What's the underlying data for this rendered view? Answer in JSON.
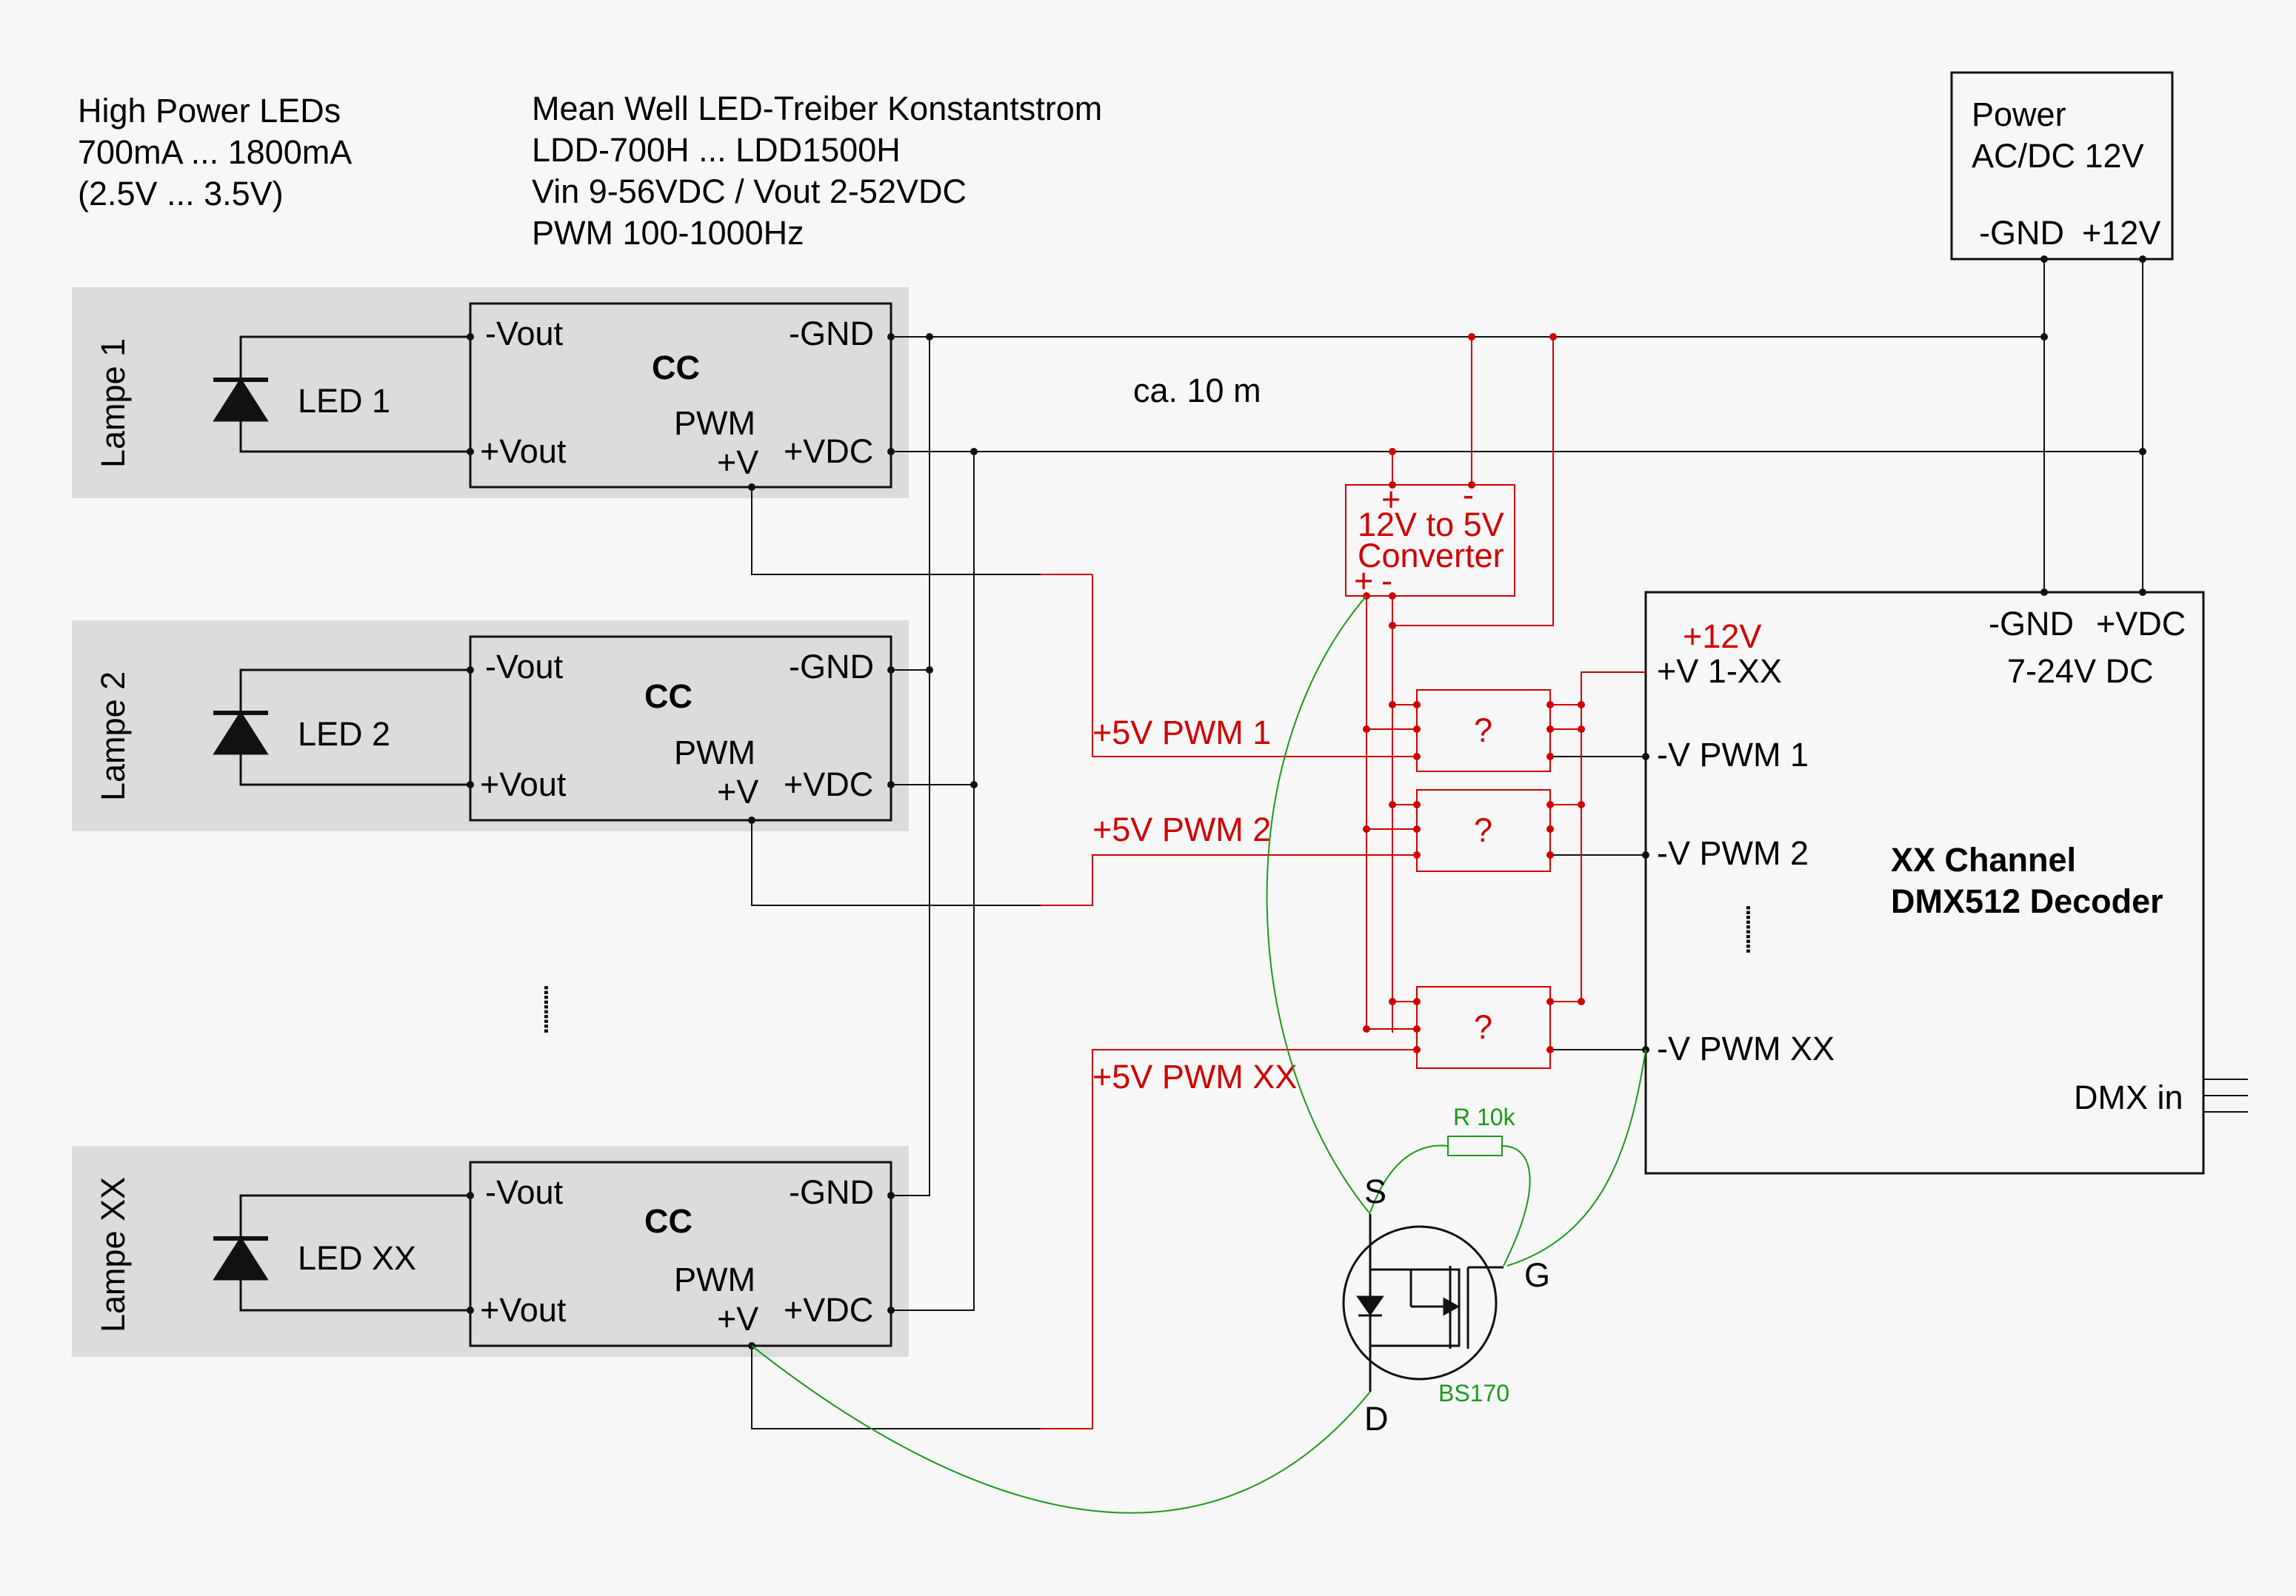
{
  "notes": {
    "leds": [
      "High Power LEDs",
      "700mA ... 1800mA",
      "(2.5V ... 3.5V)"
    ],
    "driver": [
      "Mean Well LED-Treiber Konstantstrom",
      "LDD-700H ... LDD1500H",
      "Vin 9-56VDC / Vout 2-52VDC",
      "PWM 100-1000Hz"
    ],
    "distance": "ca. 10 m"
  },
  "lamps": [
    {
      "name": "Lampe 1",
      "led": "LED 1"
    },
    {
      "name": "Lampe 2",
      "led": "LED 2"
    },
    {
      "name": "Lampe XX",
      "led": "LED XX"
    }
  ],
  "driver_pins": {
    "vout_neg": "-Vout",
    "vout_pos": "+Vout",
    "cc": "CC",
    "gnd": "-GND",
    "pwm": "PWM",
    "pwm_v": "+V",
    "vdc": "+VDC"
  },
  "ellipsis": "..........",
  "power": {
    "title": "Power",
    "spec": "AC/DC 12V",
    "gnd": "-GND",
    "v12": "+12V"
  },
  "converter": {
    "plus": "+",
    "minus": "-",
    "line1": "12V to 5V",
    "line2": "Converter",
    "out_plus": "+",
    "out_minus": "-"
  },
  "pwm_labels": [
    "+5V PWM 1",
    "+5V PWM 2",
    "+5V PWM XX"
  ],
  "unknown_box": "?",
  "decoder": {
    "v12": "+12V",
    "gnd": "-GND",
    "vdc": "+VDC",
    "range": "7-24V DC",
    "v_in": "+V 1-XX",
    "pwm1": "-V PWM 1",
    "pwm2": "-V PWM 2",
    "pwmxx": "-V PWM XX",
    "title1": "XX Channel",
    "title2": "DMX512 Decoder",
    "dmx": "DMX in"
  },
  "mosfet": {
    "resistor": "R 10k",
    "s": "S",
    "g": "G",
    "d": "D",
    "part": "BS170"
  },
  "colors": {
    "red": "#d00000",
    "green": "#1a9a1a",
    "lamp_bg": "#dcdcdc",
    "page_bg": "#f7f7f7"
  }
}
